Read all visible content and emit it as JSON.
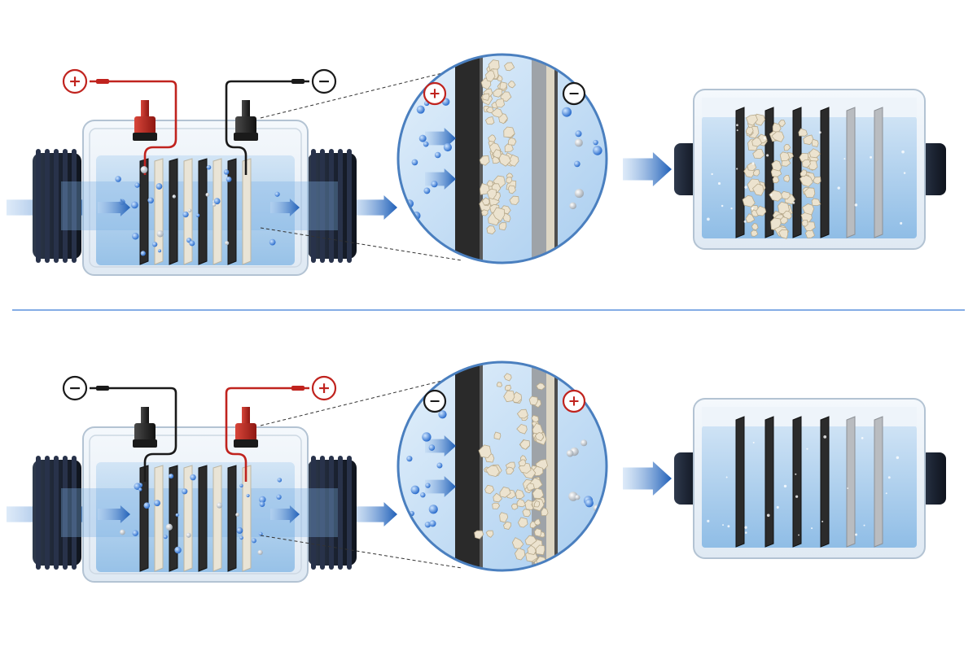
{
  "panels": [
    {
      "id": "top",
      "state": "deposition",
      "cell_terminals": [
        {
          "symbol": "+",
          "polarity": "positive",
          "wire_color": "#c0231e"
        },
        {
          "symbol": "−",
          "polarity": "negative",
          "wire_color": "#1a1a1a"
        }
      ],
      "zoom_terminals": [
        {
          "symbol": "+",
          "polarity": "positive"
        },
        {
          "symbol": "−",
          "polarity": "negative"
        }
      ]
    },
    {
      "id": "bottom",
      "state": "release",
      "cell_terminals": [
        {
          "symbol": "−",
          "polarity": "negative",
          "wire_color": "#1a1a1a"
        },
        {
          "symbol": "+",
          "polarity": "positive",
          "wire_color": "#c0231e"
        }
      ],
      "zoom_terminals": [
        {
          "symbol": "−",
          "polarity": "negative"
        },
        {
          "symbol": "+",
          "polarity": "positive"
        }
      ]
    }
  ],
  "colors": {
    "positive": "#c0231e",
    "negative": "#1a1a1a",
    "water": "#9cc7ea",
    "arrow": "#1f5fb8",
    "divider": "#3a7bd5",
    "scale_deposit": "#ece3cf",
    "plate_dark": "#2b2b2b",
    "plate_light": "#e9e4d6",
    "plate_metal": "#b9bcc0",
    "cap": "#1c2433"
  },
  "icons": [
    "plus-sign-icon",
    "minus-sign-icon",
    "flow-arrow-icon",
    "magnifier-circle-icon"
  ]
}
